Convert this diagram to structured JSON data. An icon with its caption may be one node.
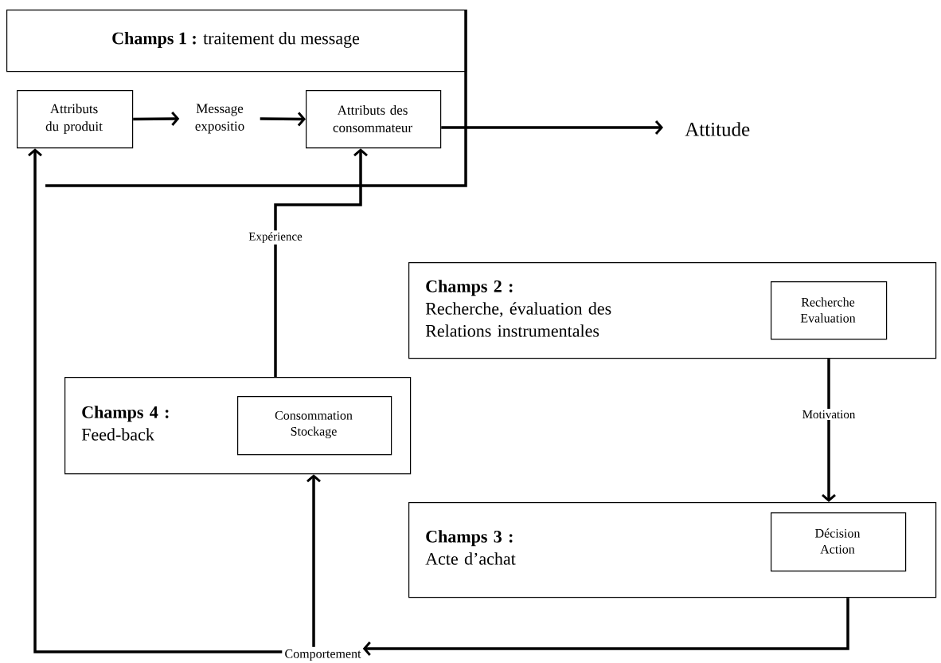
{
  "diagram": {
    "nodes": [
      {
        "text": [
          "**Champs 1 :** traitement du message"
        ]
      },
      {
        "text": [
          "Attributs du produit"
        ]
      },
      {
        "text": [
          "Message expositio"
        ]
      },
      {
        "text": [
          "Attributs des consommateur"
        ]
      },
      {
        "text": [
          "Attitude"
        ]
      },
      {
        "text": [
          "Champs 2 :",
          "Recherche, évaluation des Relations instrumentales"
        ]
      },
      {
        "text": [
          "Recherche Evaluation"
        ],
        "in": 5
      },
      {
        "text": [
          "Champs 3 :",
          "Acte d’achat"
        ]
      },
      {
        "text": [
          "Décision Action"
        ],
        "in": 7
      },
      {
        "text": [
          "Champs 4 :",
          "Feed-back"
        ]
      },
      {
        "text": [
          "Consommation Stockage"
        ],
        "in": 9
      },
      {
        "text": [
          "Comportement"
        ]
      }
    ],
    "edges": [
      {
        "from": 1,
        "to": 2,
        "arrow": "to"
      },
      {
        "from": 2,
        "to": 3,
        "arrow": "to"
      },
      {
        "from": 3,
        "to": 4,
        "arrow": "to"
      },
      {
        "from": 9,
        "to": 3,
        "arrow": "to",
        "label": "Expérience"
      },
      {
        "from": 5,
        "to": 7,
        "arrow": "to",
        "label": "Motivation"
      },
      {
        "from": 7,
        "to": 11,
        "arrow": "to"
      },
      {
        "from": 11,
        "to": 1,
        "arrow": "to"
      },
      {
        "from": 11,
        "to": 9,
        "arrow": "to"
      }
    ]
  }
}
